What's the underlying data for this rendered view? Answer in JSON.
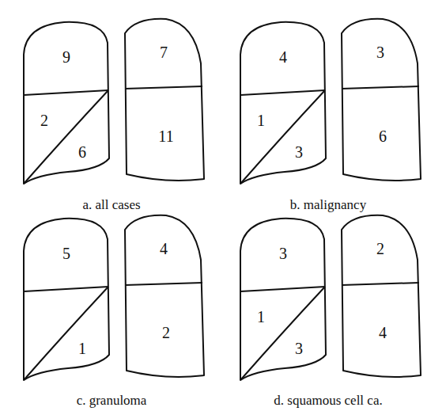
{
  "diagram": {
    "nodes": [
      {
        "text": [
          "9",
          "2",
          "6"
        ]
      },
      {
        "text": [
          "7",
          "11"
        ]
      },
      {
        "text": [
          "4",
          "1",
          "3"
        ]
      },
      {
        "text": [
          "3",
          "6"
        ]
      },
      {
        "text": [
          "5",
          "1"
        ]
      },
      {
        "text": [
          "4",
          "2"
        ]
      },
      {
        "text": [
          "3",
          "1",
          "3"
        ]
      },
      {
        "text": [
          "2",
          "4"
        ]
      }
    ],
    "labels": [
      "a. all cases",
      "b. malignancy",
      "c. granuloma",
      "d. squamous cell ca."
    ]
  }
}
